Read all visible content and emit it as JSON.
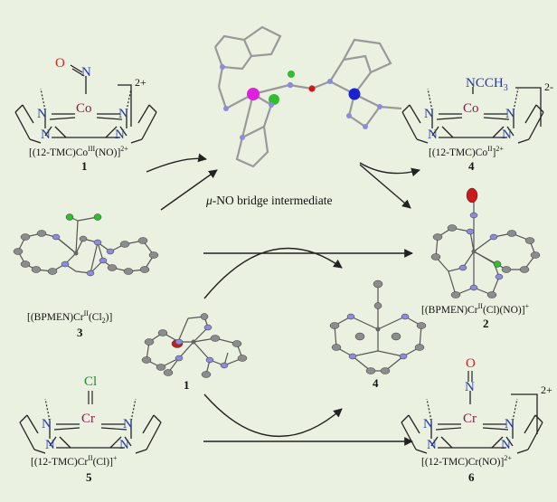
{
  "colors": {
    "background": "#eaf1e1",
    "line": "#222222",
    "metal_label": "#8b1a4a",
    "nitrogen_label": "#2a3a9c",
    "oxygen_label": "#d42020",
    "chlorine_label": "#1f8a2a",
    "ortep_carbon": "#8c8c8c",
    "ortep_nitrogen": "#8c8cd8",
    "ortep_oxygen": "#cc1a1a",
    "ortep_chlorine": "#33bb33",
    "ball_cobalt": "#dd22dd",
    "ball_chromium": "#1a22cc"
  },
  "compounds": {
    "c1": {
      "label": "[(12-TMC)Co",
      "ox": "III",
      "tail": "(NO)]",
      "charge": "2+",
      "number": "1"
    },
    "c4": {
      "label": "[(12-TMC)Co",
      "ox": "II",
      "tail": "]",
      "charge": "2+",
      "number": "4"
    },
    "c3": {
      "label": "[(BPMEN)Cr",
      "ox": "II",
      "tail": "(Cl",
      "sub": "2",
      "tail2": ")]",
      "number": "3"
    },
    "c2": {
      "label": "[(BPMEN)Cr",
      "ox": "II",
      "tail": "(Cl)(NO)]",
      "charge": "+",
      "number": "2"
    },
    "c5": {
      "label": "[(12-TMC)Cr",
      "ox": "II",
      "tail": "(Cl)]",
      "charge": "+",
      "number": "5"
    },
    "c6": {
      "label": "[(12-TMC)Cr(NO)]",
      "charge": "2+",
      "number": "6"
    },
    "ortep_1": {
      "number": "1"
    },
    "ortep_4": {
      "number": "4"
    }
  },
  "atoms": {
    "N": "N",
    "Co": "Co",
    "Cr": "Cr",
    "O": "O",
    "Cl": "Cl",
    "nccH3": "NCCH",
    "nccSub": "3",
    "charge2": "2+",
    "charge2_cut": "2-"
  },
  "intermediate": {
    "prefix": "μ",
    "text": "-NO bridge intermediate"
  },
  "icons": [
    "ortep-ellipsoid-structure",
    "ball-and-stick-structure",
    "reaction-arrow",
    "curved-arrow"
  ]
}
